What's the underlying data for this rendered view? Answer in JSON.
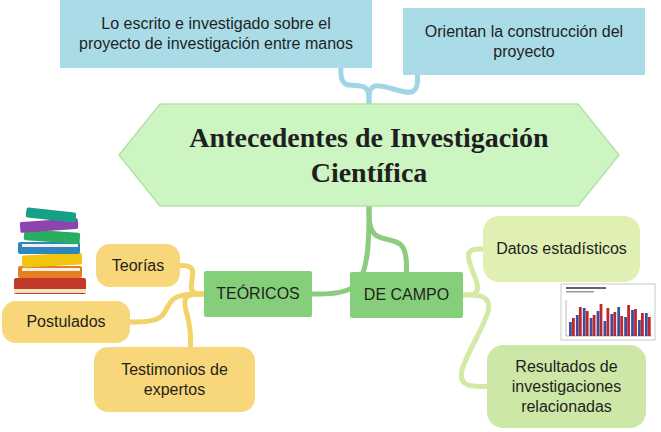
{
  "diagram": {
    "nodes": [
      {
        "text": [
          "Lo escrito e investigado sobre el proyecto de investigación entre manos"
        ]
      },
      {
        "text": [
          "Orientan la construcción del proyecto"
        ]
      },
      {
        "text": [
          "Antecedentes de Investigación Científica"
        ]
      },
      {
        "text": [
          "TEÓRICOS"
        ]
      },
      {
        "text": [
          "DE CAMPO"
        ]
      },
      {
        "text": [
          "Teorías"
        ]
      },
      {
        "text": [
          "Postulados"
        ]
      },
      {
        "text": [
          "Testimonios de expertos"
        ]
      },
      {
        "text": [
          "Datos estadísticos"
        ]
      },
      {
        "text": [
          "Resultados de investigaciones relacionadas"
        ]
      }
    ],
    "edges": [
      {
        "from": 2,
        "to": 0,
        "arrow": "none"
      },
      {
        "from": 2,
        "to": 1,
        "arrow": "none"
      },
      {
        "from": 2,
        "to": 3,
        "arrow": "none"
      },
      {
        "from": 2,
        "to": 4,
        "arrow": "none"
      },
      {
        "from": 3,
        "to": 5,
        "arrow": "none"
      },
      {
        "from": 3,
        "to": 6,
        "arrow": "none"
      },
      {
        "from": 3,
        "to": 7,
        "arrow": "none"
      },
      {
        "from": 4,
        "to": 8,
        "arrow": "none"
      },
      {
        "from": 4,
        "to": 9,
        "arrow": "none"
      }
    ]
  }
}
